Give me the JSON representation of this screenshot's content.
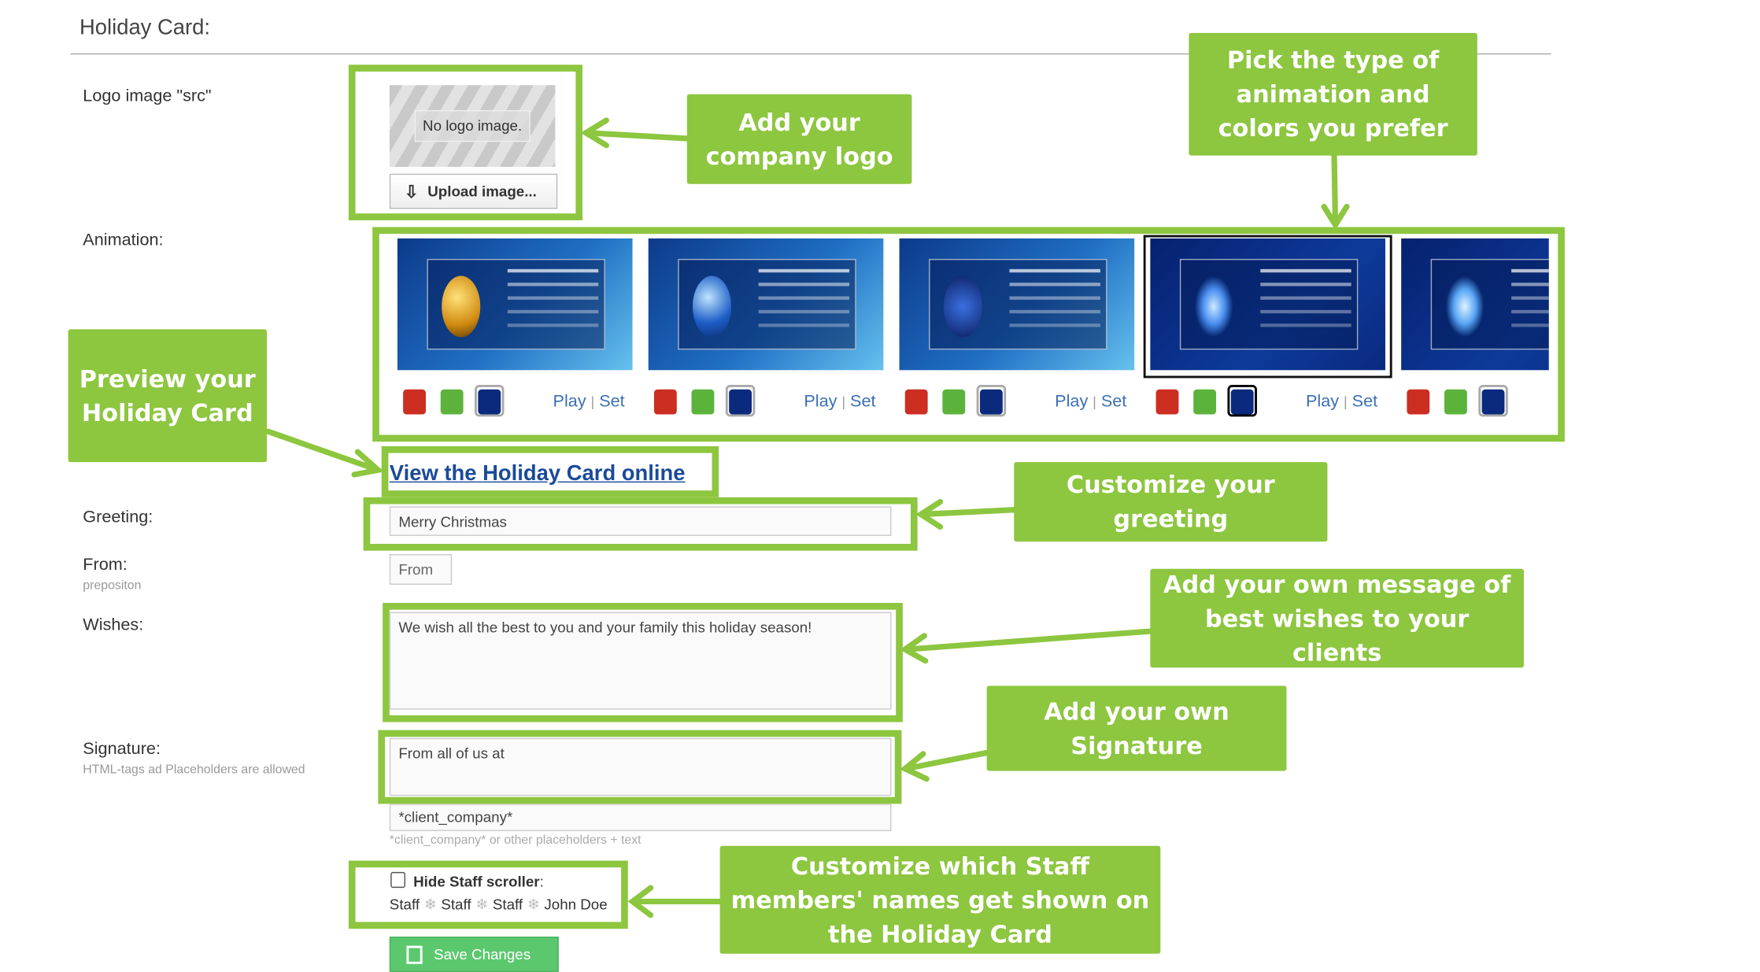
{
  "header": {
    "title": "Holiday Card:"
  },
  "logo": {
    "label": "Logo image \"src\"",
    "placeholder": "No logo image.",
    "upload_label": "Upload image..."
  },
  "animation": {
    "label": "Animation:",
    "selected_index": 3,
    "swatch_colors": [
      "#cc2e22",
      "#5bb33c",
      "#0c2a7d"
    ],
    "play_label": "Play",
    "separator": "|",
    "set_label": "Set",
    "items": [
      {
        "ornament": "gold-baubles"
      },
      {
        "ornament": "blue-baubles"
      },
      {
        "ornament": "small-baubles"
      },
      {
        "ornament": "swirl-tree"
      },
      {
        "ornament": "sparkle-tree"
      }
    ]
  },
  "preview_link": "View the Holiday Card online",
  "greeting": {
    "label": "Greeting:",
    "value": "Merry Christmas"
  },
  "from": {
    "label": "From:",
    "hint": "prepositon",
    "value": "From"
  },
  "wishes": {
    "label": "Wishes:",
    "value": "We wish all the best to you and your family this holiday season!"
  },
  "signature": {
    "label": "Signature:",
    "hint": "HTML-tags ad Placeholders are allowed",
    "value": "From all of us at",
    "company_value": "*client_company*",
    "company_hint": "*client_company* or other placeholders + text"
  },
  "staff": {
    "checkbox_label": "Hide Staff scroller",
    "colon": ":",
    "checked": false,
    "names": [
      "Staff",
      "Staff",
      "Staff",
      "John Doe"
    ],
    "separator": "❄"
  },
  "save_label": "Save Changes",
  "callouts": {
    "logo": "Add your company logo",
    "animation": "Pick the type of animation and colors you prefer",
    "preview": "Preview your Holiday Card",
    "greeting": "Customize your greeting",
    "wishes": "Add your own message of best wishes to your clients",
    "signature": "Add your own Signature",
    "staff": "Customize which Staff members' names get shown on the Holiday Card"
  },
  "colors": {
    "callout": "#8dc63f",
    "link": "#1a4a9a",
    "save": "#5cc86e"
  }
}
